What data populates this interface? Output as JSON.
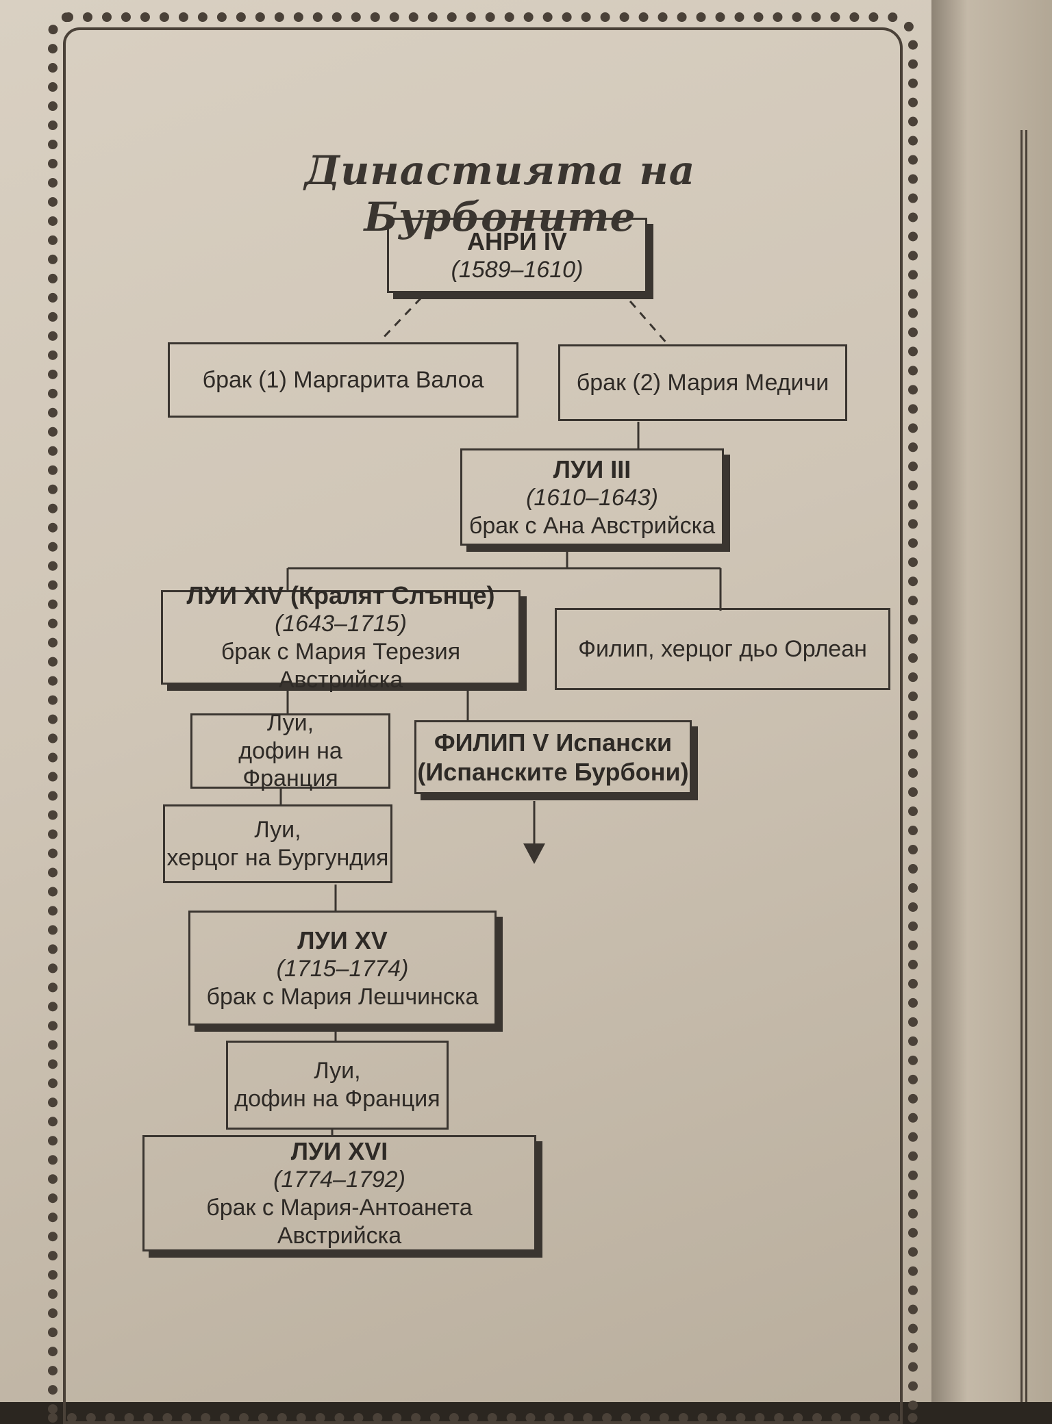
{
  "title": "Династията на Бурбоните",
  "nodes": {
    "henri": {
      "name": "АНРИ IV",
      "years": "(1589–1610)"
    },
    "marriage1": {
      "text": "брак (1) Маргарита Валоа"
    },
    "marriage2": {
      "text": "брак (2) Мария Медичи"
    },
    "louis13": {
      "name": "ЛУИ III",
      "years": "(1610–1643)",
      "spouse": "брак с Ана Австрийска"
    },
    "louis14": {
      "name": "ЛУИ XIV (Кралят Слънце)",
      "years": "(1643–1715)",
      "spouse": "брак с Мария Терезия Австрийска"
    },
    "philippe_orleans": {
      "text": "Филип, херцог дьо Орлеан"
    },
    "dauphin1": {
      "line1": "Луи,",
      "line2": "дофин на Франция"
    },
    "philip5": {
      "line1": "ФИЛИП V Испански",
      "line2": "(Испанските Бурбони)"
    },
    "burgundy": {
      "line1": "Луи,",
      "line2": "херцог на Бургундия"
    },
    "louis15": {
      "name": "ЛУИ XV",
      "years": "(1715–1774)",
      "spouse": "брак с Мария Лешчинска"
    },
    "dauphin2": {
      "line1": "Луи,",
      "line2": "дофин на Франция"
    },
    "louis16": {
      "name": "ЛУИ XVI",
      "years": "(1774–1792)",
      "spouse": "брак с Мария-Антоанета Австрийска"
    }
  },
  "colors": {
    "ink": "#3a3530",
    "paper": "#d5ccbd"
  }
}
